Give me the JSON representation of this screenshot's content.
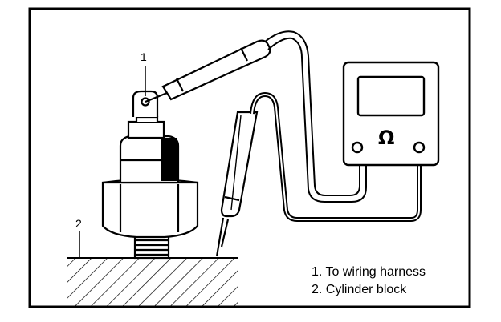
{
  "callouts": {
    "one": "1",
    "two": "2"
  },
  "legend": {
    "item1": "1.   To wiring harness",
    "item2": "2.   Cylinder block"
  },
  "meter": {
    "symbol": "Ω"
  }
}
